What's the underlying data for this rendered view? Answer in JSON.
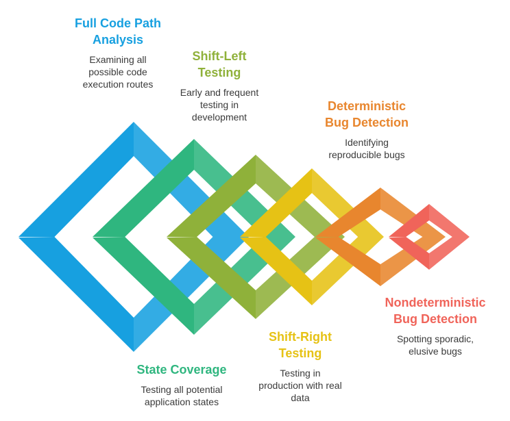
{
  "stages": [
    {
      "id": "full-code-path",
      "title": "Full Code Path\nAnalysis",
      "description": "Examining all\npossible code\nexecution routes",
      "color": "#17a0e0"
    },
    {
      "id": "state-coverage",
      "title": "State Coverage",
      "description": "Testing all potential\napplication states",
      "color": "#2fb67f"
    },
    {
      "id": "shift-left",
      "title": "Shift-Left\nTesting",
      "description": "Early and frequent\ntesting in\ndevelopment",
      "color": "#8fb13a"
    },
    {
      "id": "shift-right",
      "title": "Shift-Right\nTesting",
      "description": "Testing in\nproduction with real\ndata",
      "color": "#e6c215"
    },
    {
      "id": "deterministic",
      "title": "Deterministic\nBug Detection",
      "description": "Identifying\nreproducible bugs",
      "color": "#e8862e"
    },
    {
      "id": "nondeterministic",
      "title": "Nondeterministic\nBug Detection",
      "description": "Spotting sporadic,\nelusive bugs",
      "color": "#f0645a"
    }
  ]
}
